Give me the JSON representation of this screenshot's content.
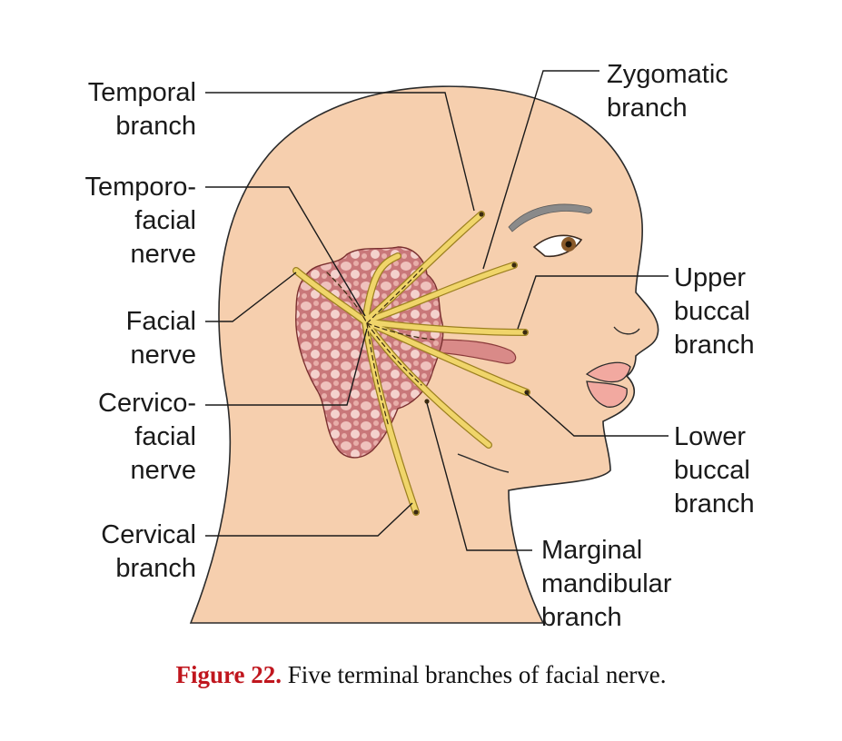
{
  "labels": {
    "temporal_branch": "Temporal\nbranch",
    "temporofacial_nerve": "Temporo-\nfacial\nnerve",
    "facial_nerve": "Facial\nnerve",
    "cervicofacial_nerve": "Cervico-\nfacial\nnerve",
    "cervical_branch": "Cervical\nbranch",
    "zygomatic_branch": "Zygomatic\nbranch",
    "upper_buccal_branch": "Upper\nbuccal\nbranch",
    "lower_buccal_branch": "Lower\nbuccal\nbranch",
    "marginal_mandibular_branch": "Marginal\nmandibular\nbranch"
  },
  "caption": {
    "figure_label": "Figure 22.",
    "text": " Five terminal branches of facial nerve."
  },
  "colors": {
    "skin": "#f6cfae",
    "skin_outline": "#2b2b2b",
    "gland": "#c9787a",
    "gland_light": "#f1c9c3",
    "nerve": "#f0d56a",
    "nerve_outline": "#9c8020",
    "duct": "#d98a88",
    "leader": "#1a1a1a",
    "caption_red": "#c0161e"
  }
}
